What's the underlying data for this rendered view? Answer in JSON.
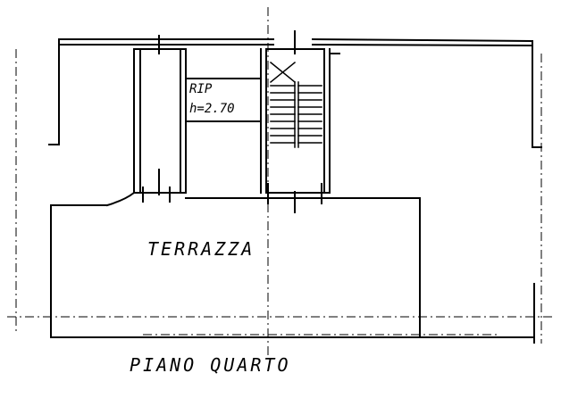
{
  "labels": {
    "room_name": "RIP",
    "room_height": "h=2.70",
    "terrace": "TERRAZZA",
    "floor_title": "PIANO QUARTO"
  },
  "colors": {
    "ink": "#000000",
    "paper": "#ffffff"
  }
}
